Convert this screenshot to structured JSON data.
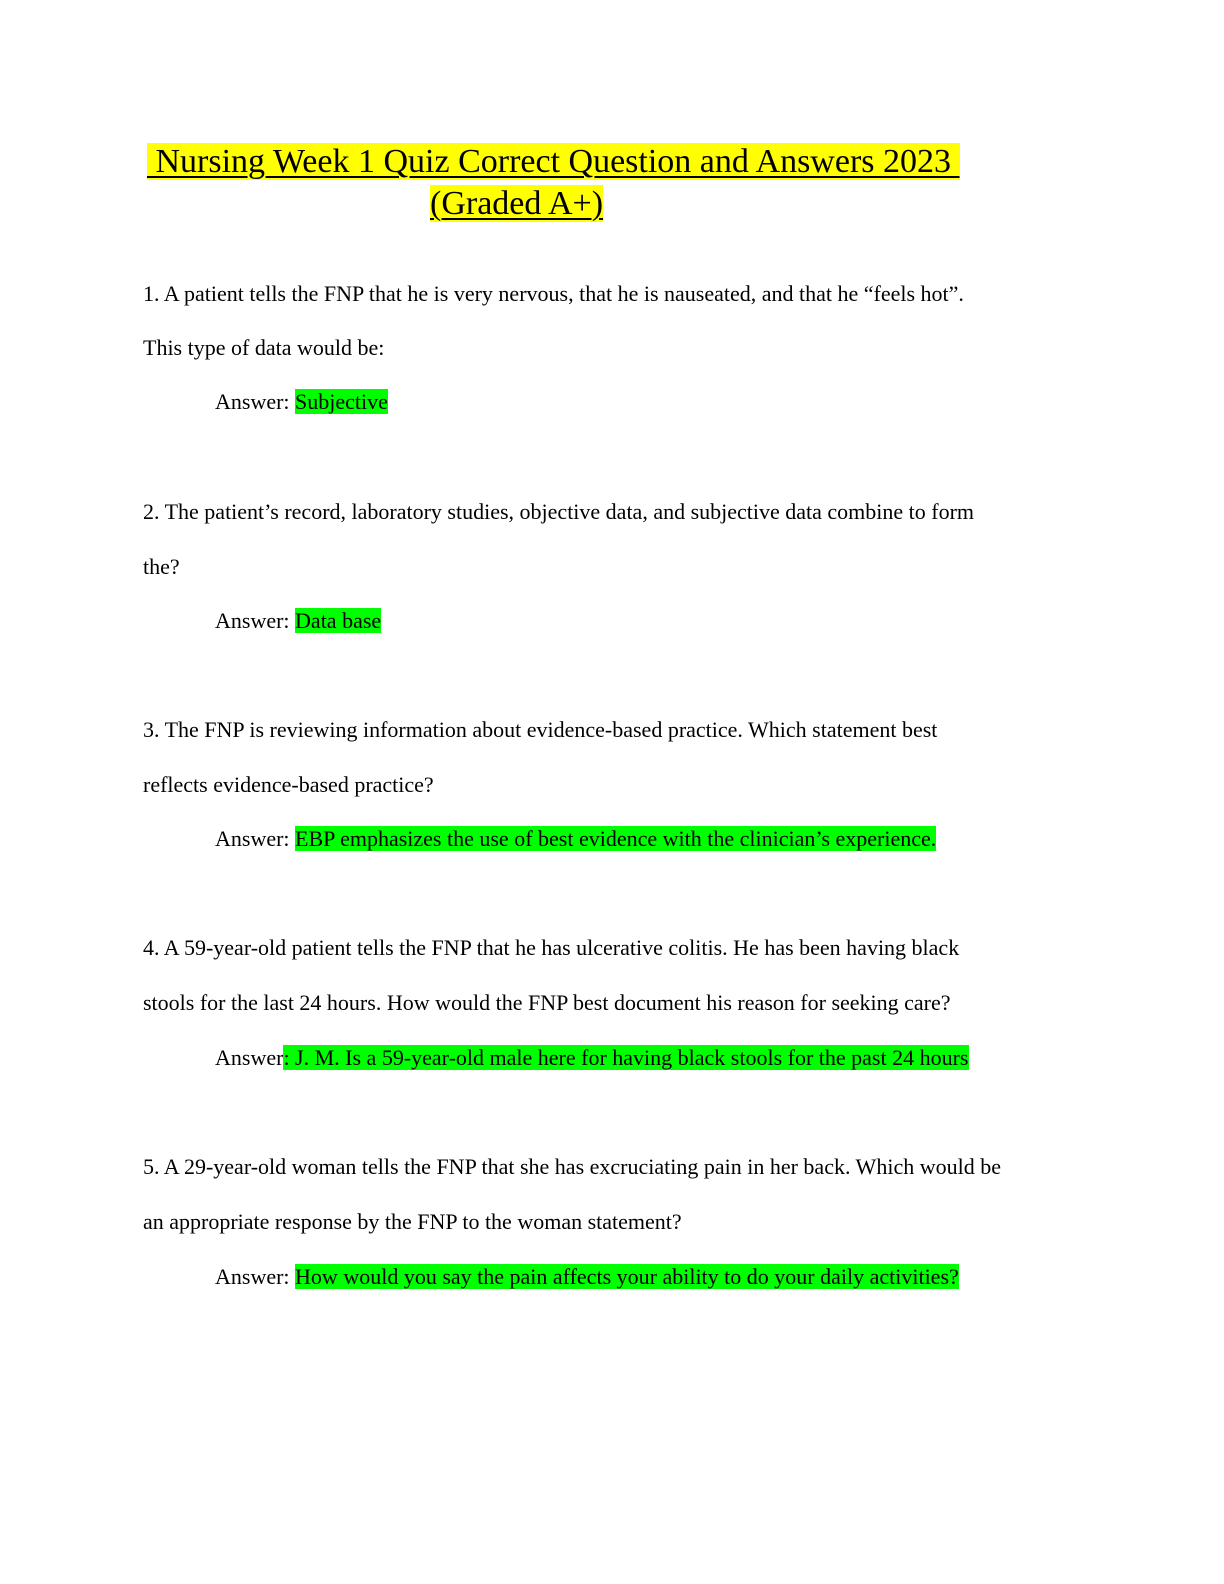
{
  "document": {
    "title_line_1": " Nursing Week 1 Quiz Correct Question and Answers 2023 ",
    "title_line_2": "(Graded A+)",
    "answer_label": "Answer: ",
    "answer_label_no_space": "Answer",
    "questions": [
      {
        "line_1": "1. A patient tells the FNP that he is very nervous, that he is nauseated, and that he “feels hot”.",
        "line_2": "This type of data would be:",
        "answer": "Subjective"
      },
      {
        "line_1": "2. The patient’s record, laboratory studies, objective data, and subjective data combine to form",
        "line_2": "the?",
        "answer": "Data base"
      },
      {
        "line_1": "3. The FNP is reviewing information about evidence-based practice. Which statement best",
        "line_2": "reflects evidence-based practice?",
        "answer": "EBP emphasizes the use of best evidence with the clinician’s experience."
      },
      {
        "line_1": "4. A 59-year-old patient tells the FNP that he has ulcerative colitis. He has been having black",
        "line_2": "stools for the last 24 hours. How would the FNP best document his reason for seeking care?",
        "answer": ": J. M. Is a 59-year-old male here for having black stools for the past 24 hours"
      },
      {
        "line_1": "5. A 29-year-old woman tells the FNP that she has excruciating pain in her back. Which would be",
        "line_2": "an appropriate response by the FNP to the woman statement?",
        "answer": "How would you say the pain affects your ability to do your daily activities?"
      }
    ]
  },
  "colors": {
    "title_highlight": "#ffff00",
    "answer_highlight": "#00ff00"
  }
}
